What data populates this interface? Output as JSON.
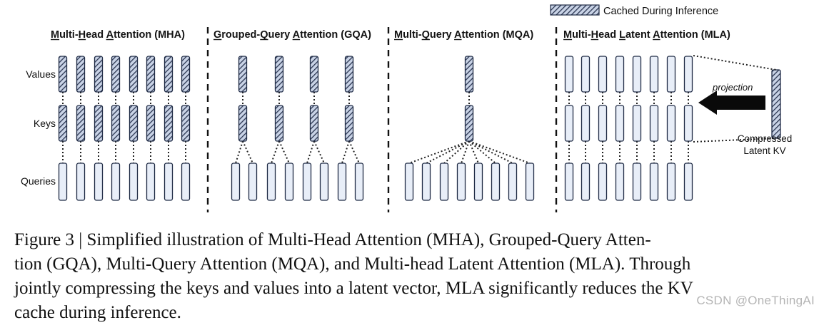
{
  "legend": {
    "label": "Cached During Inference"
  },
  "panels": {
    "mha": {
      "title": "Multi-Head Attention (MHA)"
    },
    "gqa": {
      "title": "Grouped-Query Attention (GQA)"
    },
    "mqa": {
      "title": "Multi-Query Attention (MQA)"
    },
    "mla": {
      "title": "Multi-Head Latent Attention (MLA)"
    }
  },
  "row_labels": {
    "values": "Values",
    "keys": "Keys",
    "queries": "Queries"
  },
  "mla_extra": {
    "projection_label": "projection",
    "latent_label_line1": "Compressed",
    "latent_label_line2": "Latent KV"
  },
  "caption": {
    "line1": "Figure 3 | Simplified illustration of Multi-Head Attention (MHA), Grouped-Query Atten-",
    "line2": "tion (GQA), Multi-Query Attention (MQA), and Multi-head Latent Attention (MLA). Through",
    "line3": "jointly compressing the keys and values into a latent vector, MLA significantly reduces the KV",
    "line4": "cache during inference."
  },
  "watermark": "CSDN @OneThingAI",
  "colors": {
    "hatch_stroke": "#2a3550",
    "hatch_fill": "#c9d3e6",
    "plain_fill": "#e8eef8",
    "outline": "#1e2a44",
    "dotted": "#222222",
    "divider": "#111111",
    "arrow": "#0a0a0a"
  }
}
